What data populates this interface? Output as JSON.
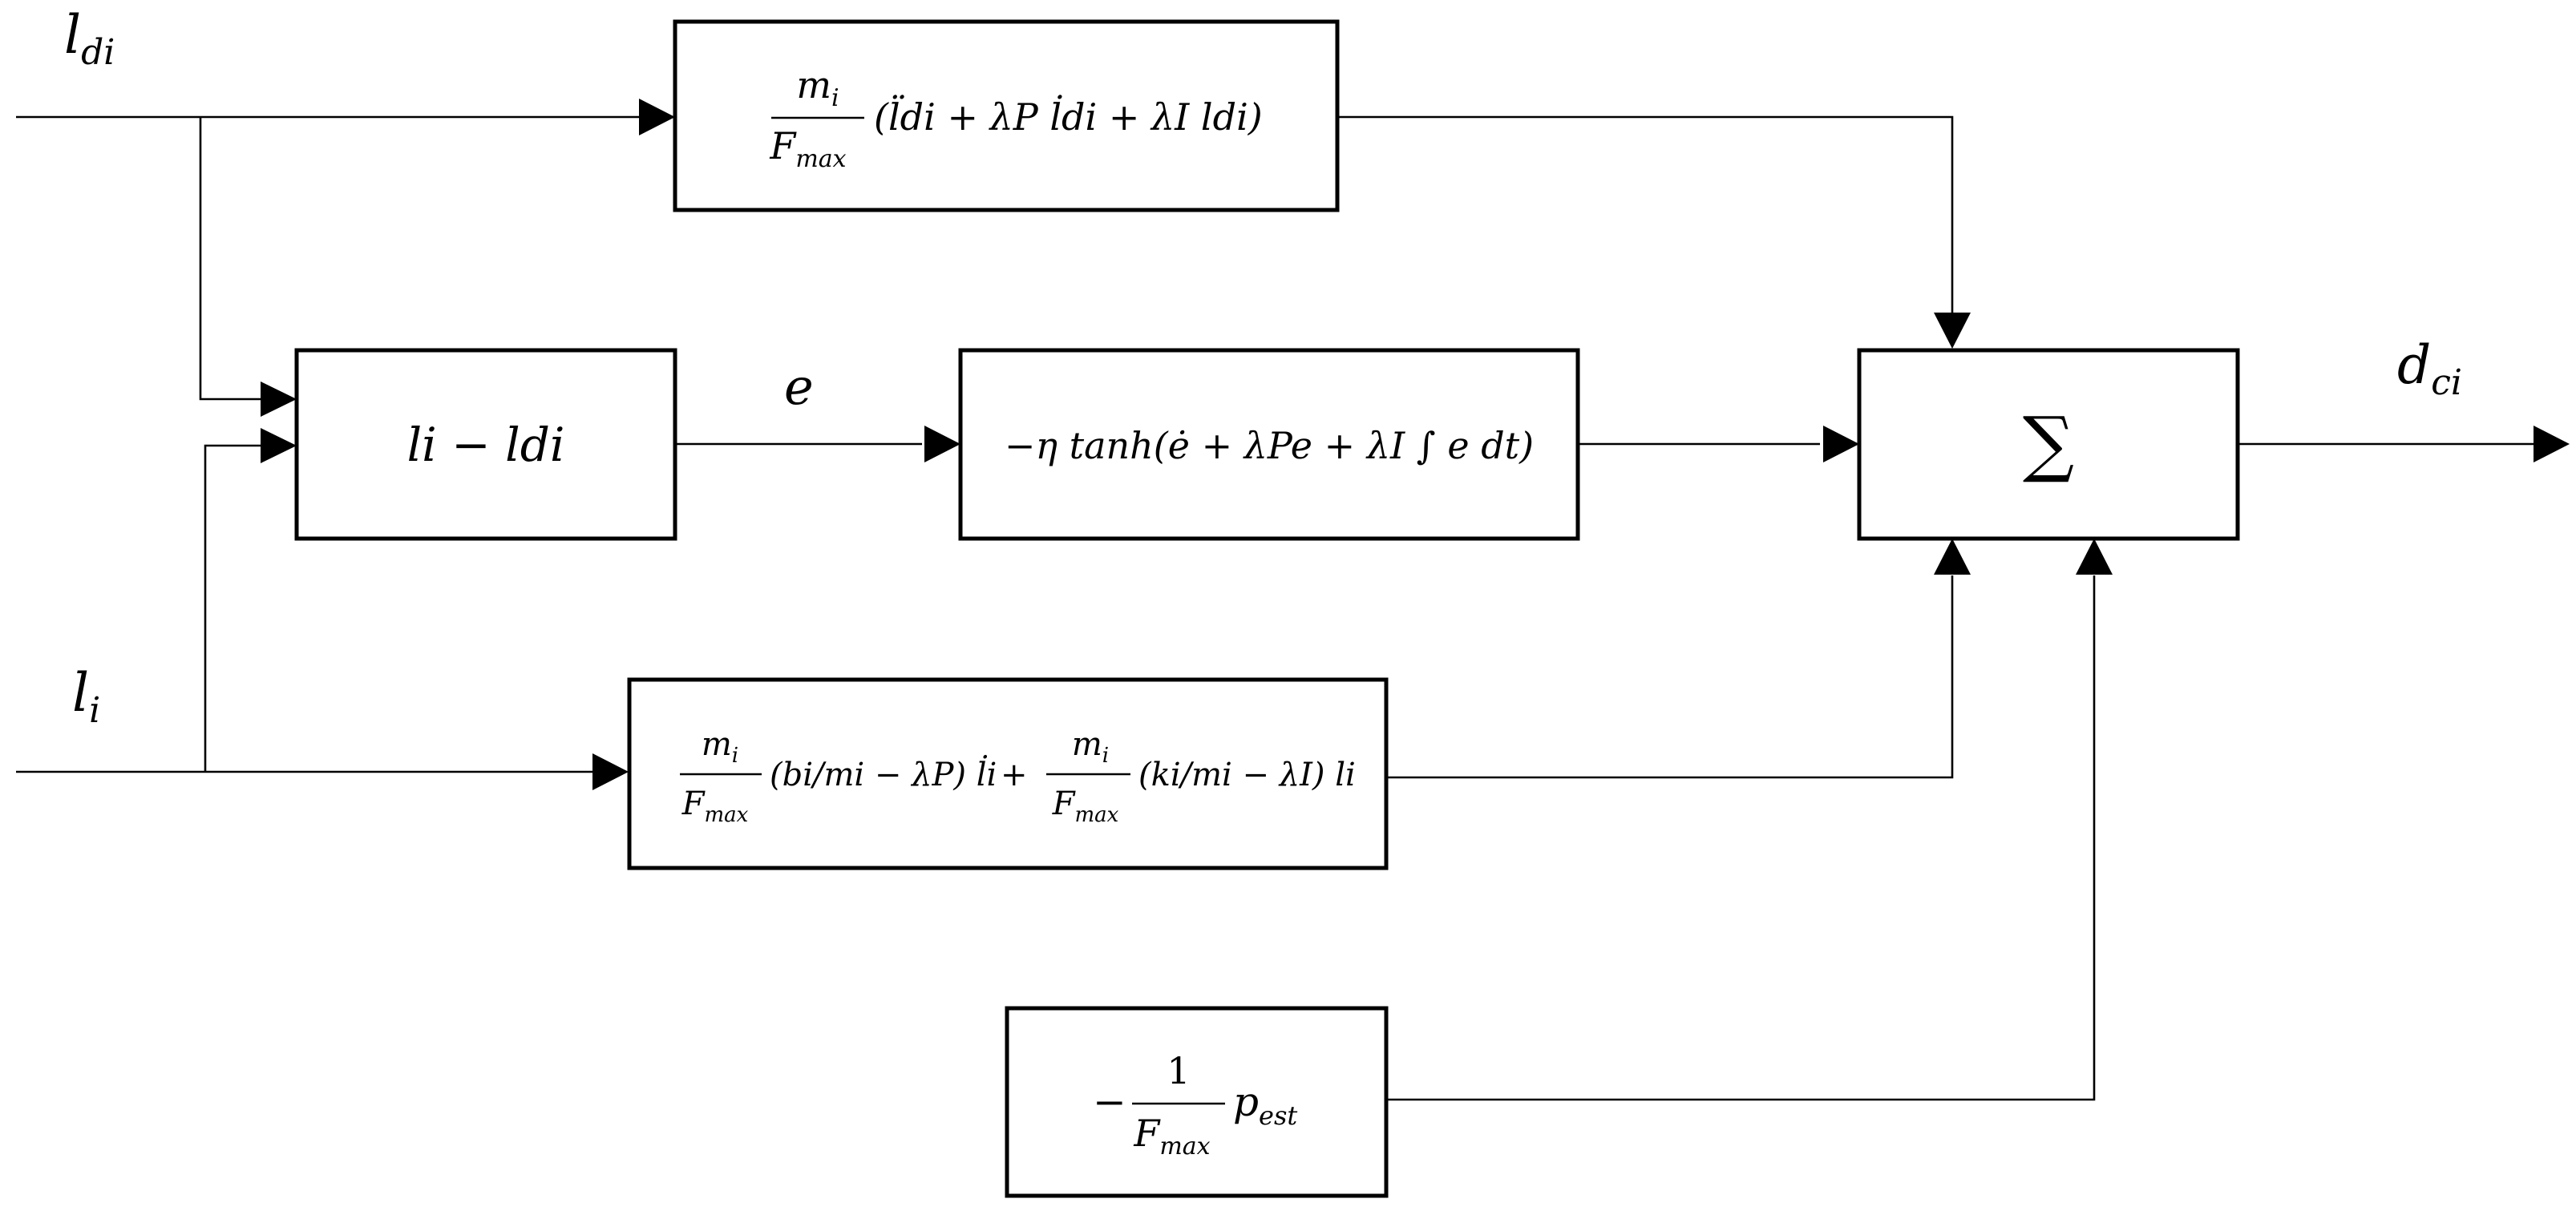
{
  "signals": {
    "ldi": {
      "base": "l",
      "sub": "di"
    },
    "li": {
      "base": "l",
      "sub": "i"
    },
    "e": "e",
    "dci": {
      "base": "d",
      "sub": "ci"
    }
  },
  "blocks": {
    "feedforward": {
      "num": {
        "base": "m",
        "sub": "i"
      },
      "den": {
        "base": "F",
        "sub": "max"
      },
      "expr": "(l̈di + λP l̇di + λI ldi)"
    },
    "error": {
      "expr": "li − ldi"
    },
    "controller": {
      "expr": "−η tanh(ė + λPe + λI ∫ e dt)"
    },
    "plant": {
      "term1": "(bi/mi − λP) l̇i",
      "plus": "+",
      "term2": "(ki/mi − λI) li"
    },
    "estimate": {
      "minus": "−",
      "num": "1",
      "den": {
        "base": "F",
        "sub": "max"
      },
      "tail": {
        "base": "p",
        "sub": "est"
      }
    },
    "sum": {
      "symbol": "∑"
    }
  },
  "colors": {
    "line": "#000000",
    "background": "#ffffff"
  }
}
